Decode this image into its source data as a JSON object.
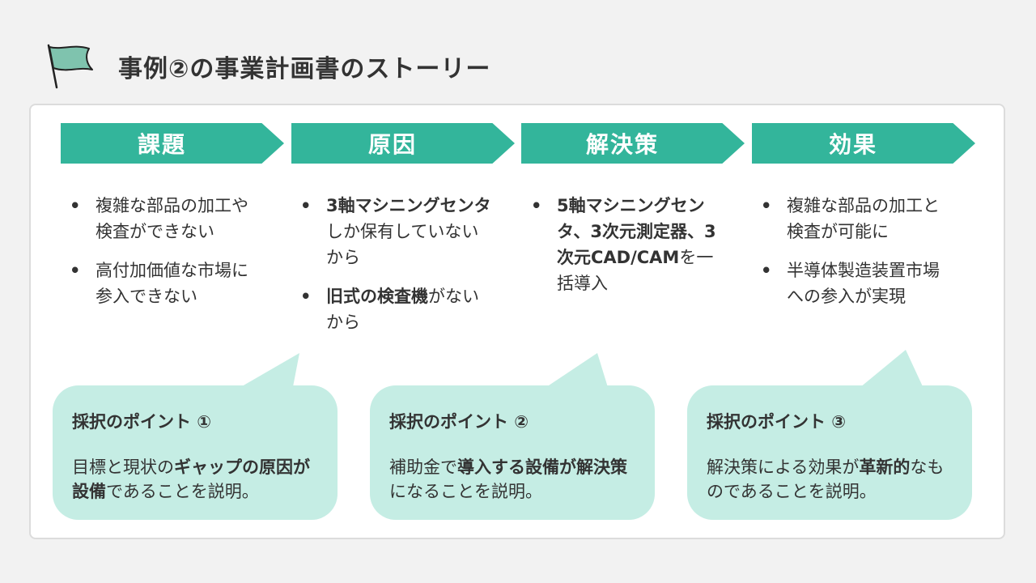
{
  "header": {
    "title": "事例②の事業計画書のストーリー",
    "flag_icon": "flag-icon"
  },
  "colors": {
    "accent": "#33b59b",
    "bubble": "#c5ede4",
    "flag": "#7fc3ae",
    "text": "#333333",
    "background": "#f2f2f2"
  },
  "steps": [
    {
      "label": "課題",
      "bullets": [
        [
          {
            "text": "複雑な部品の加工や検査ができない",
            "bold": false
          }
        ],
        [
          {
            "text": "高付加価値な市場に参入できない",
            "bold": false
          }
        ]
      ]
    },
    {
      "label": "原因",
      "bullets": [
        [
          {
            "text": "3軸マシニングセンタ",
            "bold": true
          },
          {
            "text": "しか保有していないから",
            "bold": false
          }
        ],
        [
          {
            "text": "旧式の検査機",
            "bold": true
          },
          {
            "text": "がないから",
            "bold": false
          }
        ]
      ]
    },
    {
      "label": "解決策",
      "bullets": [
        [
          {
            "text": "5軸マシニングセンタ、3次元測定器、3次元CAD/CAM",
            "bold": true
          },
          {
            "text": "を一括導入",
            "bold": false
          }
        ]
      ]
    },
    {
      "label": "効果",
      "bullets": [
        [
          {
            "text": "複雑な部品の加工と検査が可能に",
            "bold": false
          }
        ],
        [
          {
            "text": "半導体製造装置市場への参入が実現",
            "bold": false
          }
        ]
      ]
    }
  ],
  "points": [
    {
      "title": "採択のポイント ①",
      "body": [
        {
          "text": "目標と現状の",
          "bold": false
        },
        {
          "text": "ギャップの原因が設備",
          "bold": true
        },
        {
          "text": "であることを説明。",
          "bold": false
        }
      ]
    },
    {
      "title": "採択のポイント ②",
      "body": [
        {
          "text": "補助金で",
          "bold": false
        },
        {
          "text": "導入する設備が解決策",
          "bold": true
        },
        {
          "text": "になることを説明。",
          "bold": false
        }
      ]
    },
    {
      "title": "採択のポイント ③",
      "body": [
        {
          "text": "解決策による効果が",
          "bold": false
        },
        {
          "text": "革新的",
          "bold": true
        },
        {
          "text": "なものであることを説明。",
          "bold": false
        }
      ]
    }
  ]
}
